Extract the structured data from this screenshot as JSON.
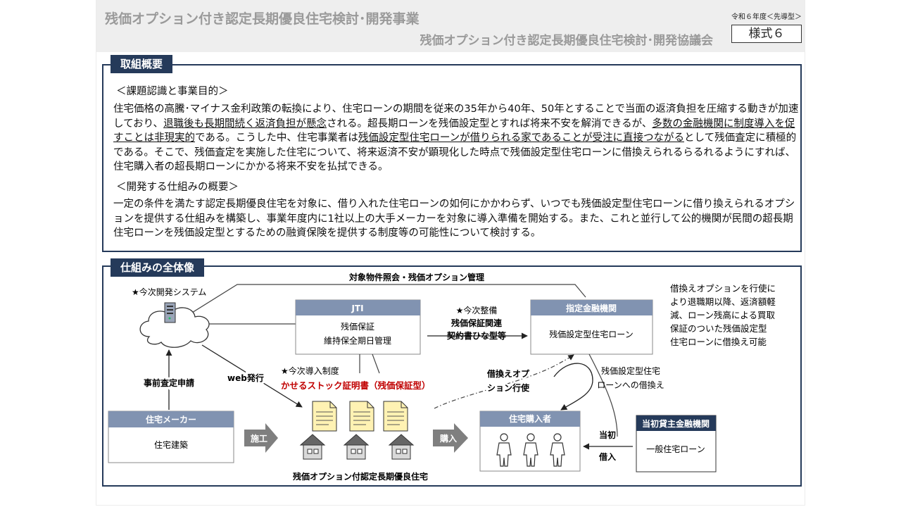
{
  "header": {
    "title_main": "残価オプション付き認定長期優良住宅検討･開発事業",
    "title_sub": "残価オプション付き認定長期優良住宅検討･開発協議会",
    "fiscal_year": "令和６年度＜先導型＞",
    "form_label": "様式６"
  },
  "overview": {
    "heading": "取組概要",
    "sub1": "＜課題認識と事業目的＞",
    "p1": {
      "a": "住宅価格の高騰･マイナス金利政策の転換により、住宅ローンの期間を従来の35年から40年、50年とすることで当面の返済負担を圧縮する動きが加速しており、",
      "u1": "退職後も長期間続く返済負担が懸念",
      "b": "される。超長期ローンを残価設定型とすれば将来不安を解消できるが、",
      "u2": "多数の金融機関に制度導入を促すことは非現実的",
      "c": "である。こうした中、住宅事業者は",
      "u3": "残価設定型住宅ローンが借りられる家であることが受注に直接つながる",
      "d": "として残価査定に積極的である。そこで、残価査定を実施した住宅について、将来返済不安が顕現化した時点で残価設定型住宅ローンに借換えられるらるれるようにすれば、住宅購入者の超長期ローンにかかる将来不安を払拭できる。"
    },
    "sub2": "＜開発する仕組みの概要＞",
    "p2": "一定の条件を満たす認定長期優良住宅を対象に、借り入れた住宅ローンの如何にかかわらず、いつでも残価設定型住宅ローンに借り換えられるオプションを提供する仕組みを構築し、事業年度内に1社以上の大手メーカーを対象に導入準備を開始する。また、これと並行して公的機関が民間の超長期住宅ローンを残価設定型とするための融資保険を提供する制度等の可能性について検討する。"
  },
  "scheme": {
    "heading": "仕組みの全体像",
    "top_flow_label": "対象物件照会・残価オプション管理",
    "system_label": "★今次開発システム",
    "jti": {
      "title": "JTI",
      "line1": "残価保証",
      "line2": "維持保全期日管理"
    },
    "contract_star": "★今次整備",
    "contract_line1": "残価保証関連",
    "contract_line2": "契約書ひな型等",
    "bank": {
      "title": "指定金融機関",
      "body": "残価設定型住宅ローン"
    },
    "right_note": [
      "借換えオプションを行使に",
      "より退職期以降、返済額軽",
      "減、ローン残高による買取",
      "保証のついた残価設定型",
      "住宅ローンに借換え可能"
    ],
    "pre_appraisal": "事前査定申請",
    "web_issue": "web発行",
    "cert_star": "★今次導入制度",
    "cert_label": "かせるストック証明書（残価保証型）",
    "option_exercise": [
      "借換えオプ",
      "ション行使"
    ],
    "refi_label": [
      "残価設定型住宅",
      "ローンへの借換え"
    ],
    "maker": {
      "title": "住宅メーカー",
      "body": "住宅建築"
    },
    "construct": "施工",
    "purchase": "購入",
    "buyer": {
      "title": "住宅購入者"
    },
    "initial_borrow": [
      "当初",
      "借入"
    ],
    "initial_lender": {
      "title": "当初貸主金融機関",
      "body": "一般住宅ローン"
    },
    "house_caption": "残価オプション付認定長期優良住宅"
  },
  "colors": {
    "navy": "#253a5a",
    "box_header": "#8193b1",
    "red": "#c00000",
    "arrow_gray": "#7f7f7f",
    "doc_yellow": "#fff2b3"
  }
}
